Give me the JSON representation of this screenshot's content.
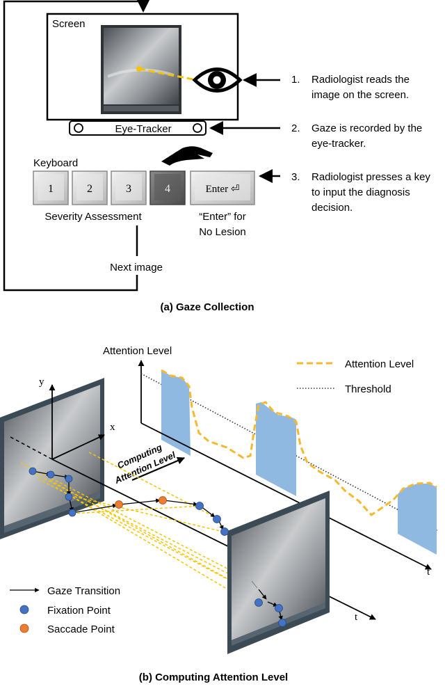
{
  "panel_a": {
    "screen_label": "Screen",
    "eye_tracker_label": "Eye-Tracker",
    "keyboard_label": "Keyboard",
    "keys": [
      "1",
      "2",
      "3",
      "4"
    ],
    "enter_key": "Enter ⏎",
    "severity_caption": "Severity Assessment",
    "enter_caption_line1": "“Enter” for",
    "enter_caption_line2": "No Lesion",
    "next_image": "Next image",
    "steps": [
      {
        "num": "1.",
        "line1": "Radiologist reads the",
        "line2": "image on the screen."
      },
      {
        "num": "2.",
        "line1": "Gaze is recorded by the",
        "line2": "eye-tracker."
      },
      {
        "num": "3.",
        "line1": "Radiologist presses a key",
        "line2": "to input the diagnosis",
        "line3": "decision."
      }
    ],
    "caption": "(a) Gaze Collection"
  },
  "panel_b": {
    "y_axis_title": "Attention Level",
    "legend_attention": "Attention Level",
    "legend_threshold": "Threshold",
    "axis_y": "y",
    "axis_x": "x",
    "axis_t": "t",
    "computing_line1": "Computing",
    "computing_line2": "Attention Level",
    "legend_transition": "Gaze Transition",
    "legend_fixation": "Fixation Point",
    "legend_saccade": "Saccade Point",
    "caption": "(b) Computing Attention Level"
  },
  "colors": {
    "attention_line": "#f5b82e",
    "fill": "#8fb9e0",
    "fixation": "#4472c4",
    "saccade": "#ed7d31",
    "frame": "#3b4a55"
  }
}
